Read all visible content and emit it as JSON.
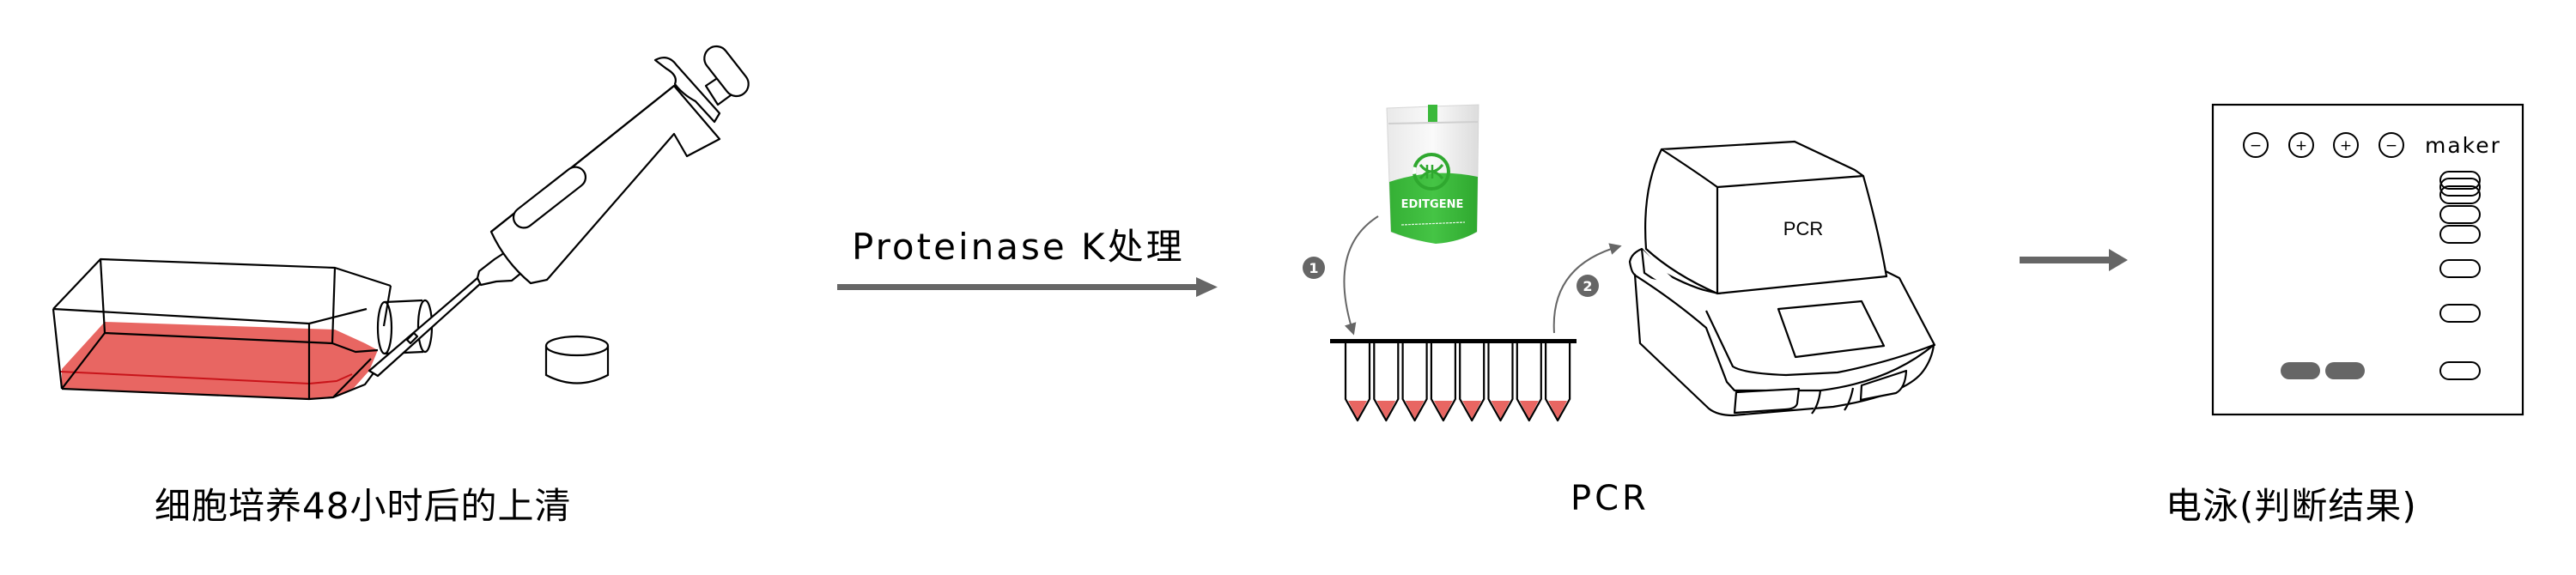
{
  "steps": [
    {
      "caption": "细胞培养48小时后的上清"
    },
    {
      "caption": "PCR",
      "machine_label": "PCR",
      "sub_step_badges": [
        "1",
        "2"
      ]
    },
    {
      "caption": "电泳(判断结果)"
    }
  ],
  "transition": {
    "label": "Proteinase K处理"
  },
  "reagent_bag": {
    "brand": "EDITGENE",
    "icon": "dna-logo-icon"
  },
  "gel": {
    "lanes": [
      {
        "symbol": "−",
        "type": "negative",
        "band": false
      },
      {
        "symbol": "+",
        "type": "positive",
        "band": true
      },
      {
        "symbol": "+",
        "type": "positive",
        "band": true
      },
      {
        "symbol": "−",
        "type": "negative",
        "band": false
      }
    ],
    "marker_label": "maker",
    "marker_band_count": 8
  },
  "colors": {
    "liquid": "#e86662",
    "liquid_line": "#c8141a",
    "arrow": "#666666",
    "badge": "#666666",
    "bag_green": "#3bb93b",
    "sample_band": "#666666",
    "outline": "#000000"
  }
}
